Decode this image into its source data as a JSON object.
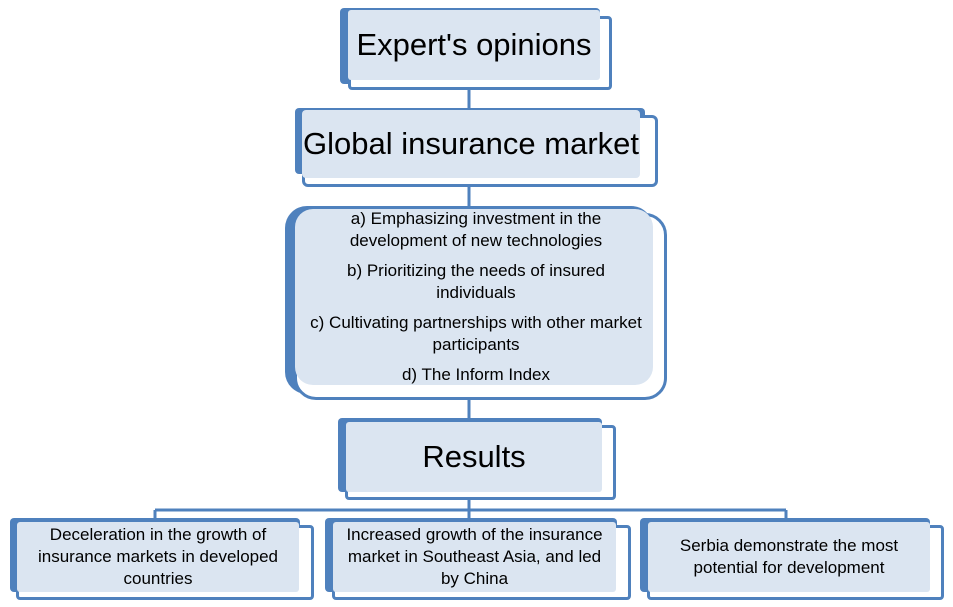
{
  "diagram": {
    "experts": "Expert's opinions",
    "market": "Global insurance market",
    "points": [
      "a) Emphasizing investment in the development of new technologies",
      "b) Prioritizing the needs of insured individuals",
      "c) Cultivating partnerships with other market participants",
      "d) The Inform Index"
    ],
    "results": "Results",
    "outcomes": [
      "Deceleration in the growth of insurance markets in developed countries",
      "Increased growth of the insurance market in Southeast Asia, and led by China",
      "Serbia demonstrate the most potential for development"
    ]
  },
  "colors": {
    "accent": "#4f81bd",
    "fill": "#dbe5f1"
  }
}
